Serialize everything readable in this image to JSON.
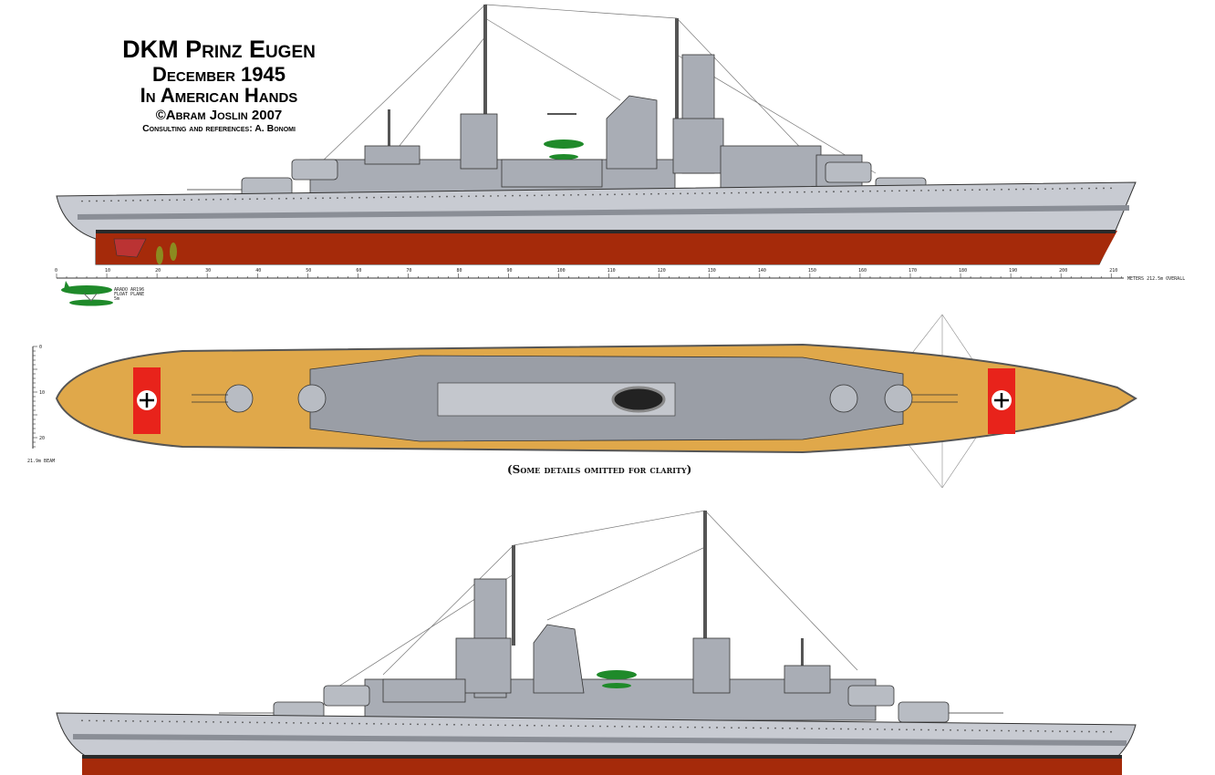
{
  "title": {
    "line1": "DKM Prinz Eugen",
    "line2": "December 1945",
    "line3": "In American Hands",
    "line4": "©Abram Joslin 2007",
    "line5": "Consulting and references: A. Bonomi"
  },
  "scale": {
    "ticks": [
      "0",
      "10",
      "20",
      "30",
      "40",
      "50",
      "60",
      "70",
      "80",
      "90",
      "100",
      "110",
      "120",
      "130",
      "140",
      "150",
      "160",
      "170",
      "180",
      "190",
      "200",
      "210"
    ],
    "unit_label": "METERS 212.5m OVERALL",
    "beam_ticks": [
      "0",
      "10",
      "20"
    ],
    "beam_label": "21.9m BEAM"
  },
  "aircraft_label": [
    "ARADO AR196",
    "FLOAT PLANE",
    "5m"
  ],
  "plan_note": "(Some details omitted for clarity)",
  "colors": {
    "hull_grey": "#c8cbd2",
    "hull_red": "#a52a0a",
    "boot_top": "#2a2a2a",
    "deck_tan": "#e0a84a",
    "superstructure": "#9a9ea6",
    "flag_red": "#e8231b",
    "aircraft_green": "#1f8a2a"
  }
}
